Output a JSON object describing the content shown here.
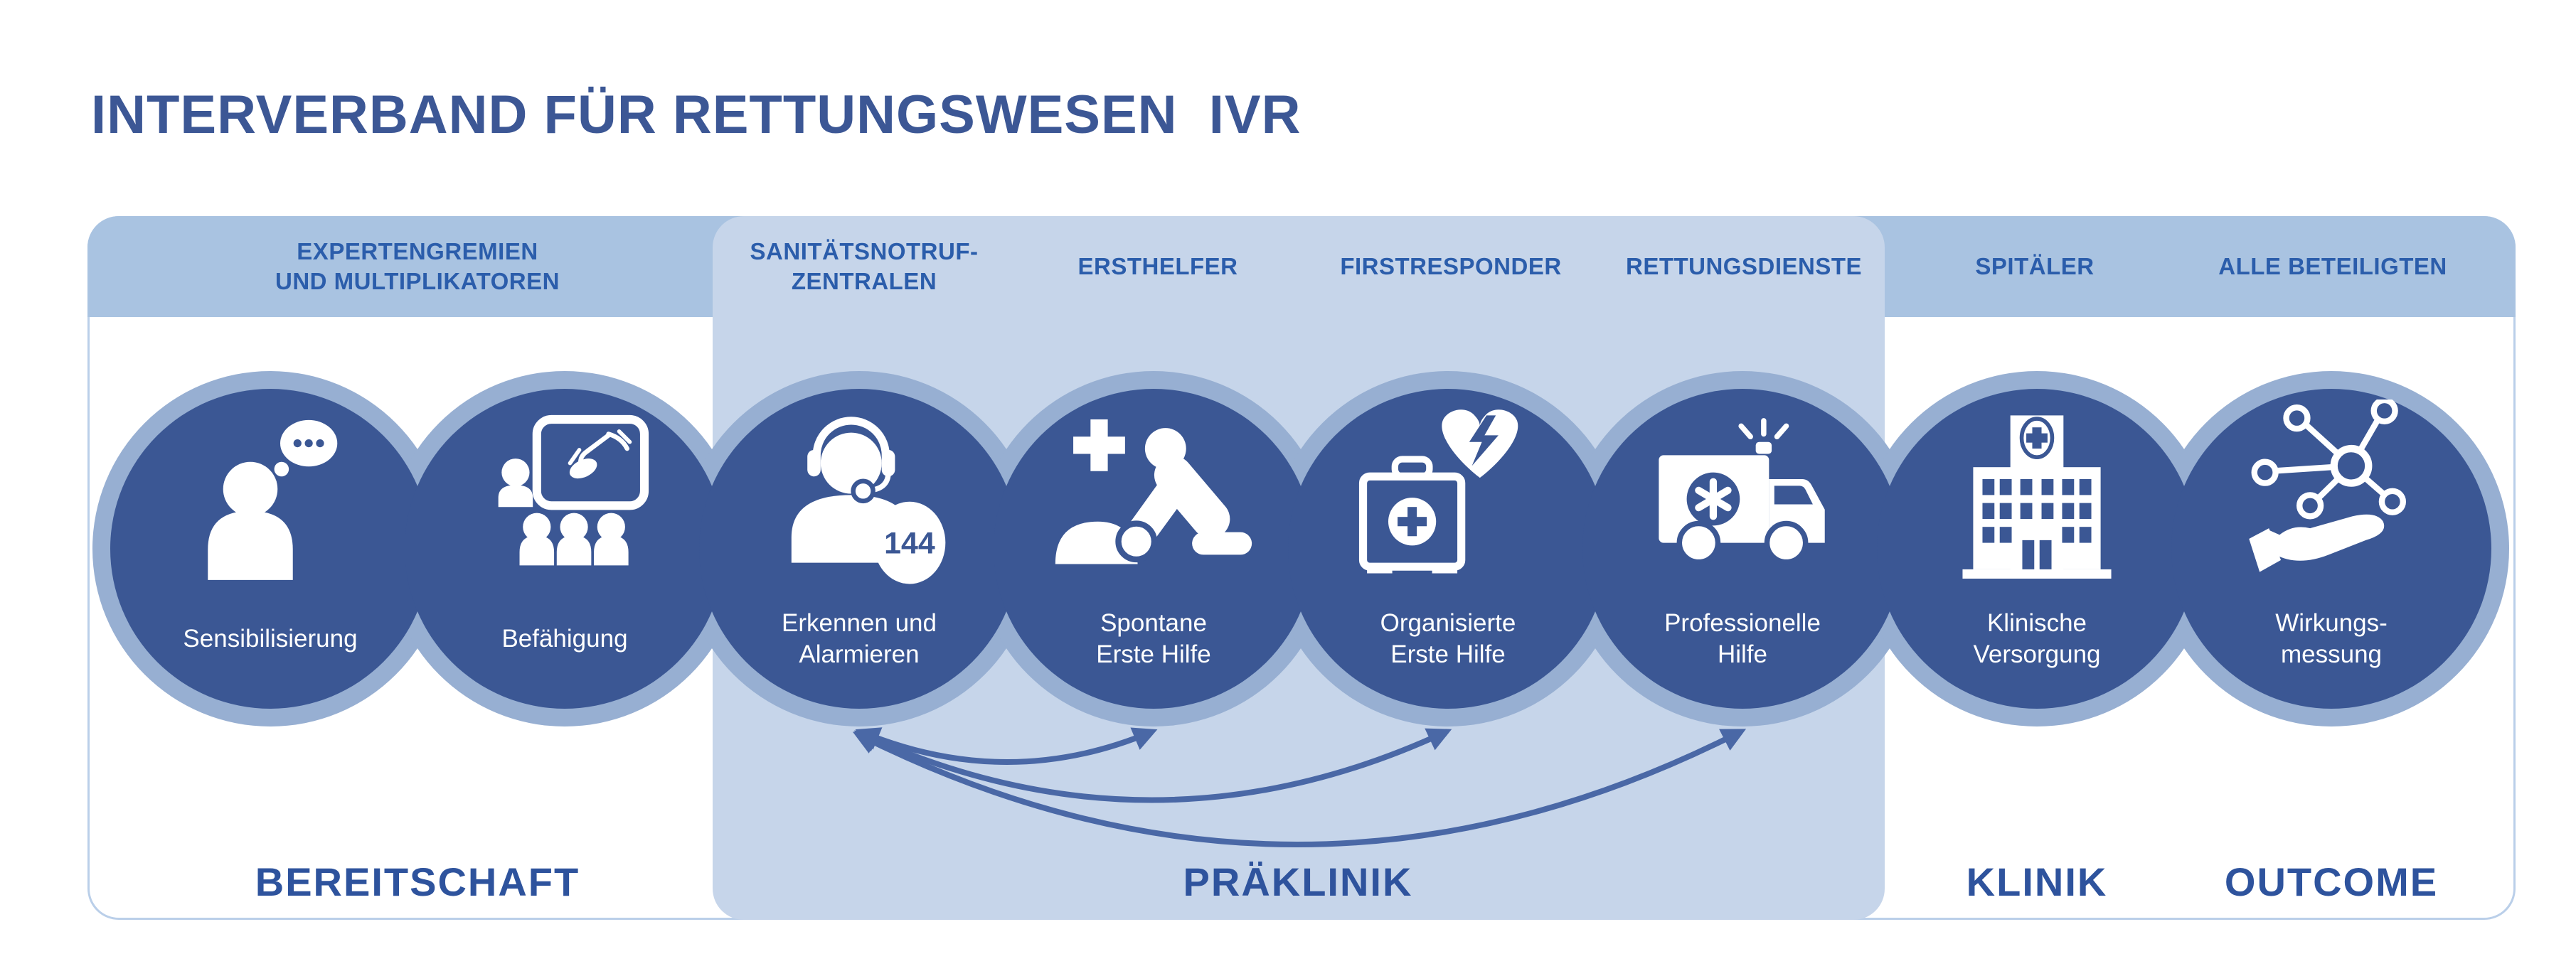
{
  "title": "INTERVERBAND FÜR RETTUNGSWESEN  IVR",
  "colors": {
    "title_text": "#3c5795",
    "band_fill": "#a9c3e1",
    "panel_fill": "#c6d5ea",
    "frame_border": "#bacfe9",
    "header_text": "#2b5dab",
    "circle_fill": "#3b5794",
    "circle_ring": "#97afd2",
    "circle_text": "#ffffff",
    "phase_text": "#2e539d",
    "arrow_stroke": "#4a68a6",
    "badge_text": "#3b5794"
  },
  "header": {
    "columns": [
      {
        "line1": "EXPERTENGREMIEN",
        "line2": "UND MULTIPLIKATOREN"
      },
      {
        "line1": "SANITÄTSNOTRUF-",
        "line2": "ZENTRALEN"
      },
      {
        "line1": "ERSTHELFER",
        "line2": ""
      },
      {
        "line1": "FIRSTRESPONDER",
        "line2": ""
      },
      {
        "line1": "RETTUNGSDIENSTE",
        "line2": ""
      },
      {
        "line1": "SPITÄLER",
        "line2": ""
      },
      {
        "line1": "ALLE BETEILIGTEN",
        "line2": ""
      }
    ]
  },
  "chain": {
    "circles": [
      {
        "line1": "Sensibilisierung",
        "line2": "",
        "icon": "person-thought-bubble-icon"
      },
      {
        "line1": "Befähigung",
        "line2": "",
        "icon": "training-presentation-icon"
      },
      {
        "line1": "Erkennen und",
        "line2": "Alarmieren",
        "icon": "dispatcher-headset-icon",
        "badge": "144"
      },
      {
        "line1": "Spontane",
        "line2": "Erste Hilfe",
        "icon": "cpr-rescuer-icon"
      },
      {
        "line1": "Organisierte",
        "line2": "Erste Hilfe",
        "icon": "first-aid-kit-aed-heart-icon"
      },
      {
        "line1": "Professionelle",
        "line2": "Hilfe",
        "icon": "ambulance-icon"
      },
      {
        "line1": "Klinische",
        "line2": "Versorgung",
        "icon": "hospital-building-icon"
      },
      {
        "line1": "Wirkungs-",
        "line2": "messung",
        "icon": "hand-network-icon"
      }
    ]
  },
  "phases": [
    {
      "label": "BEREITSCHAFT"
    },
    {
      "label": "PRÄKLINIK"
    },
    {
      "label": "KLINIK"
    },
    {
      "label": "OUTCOME"
    }
  ]
}
